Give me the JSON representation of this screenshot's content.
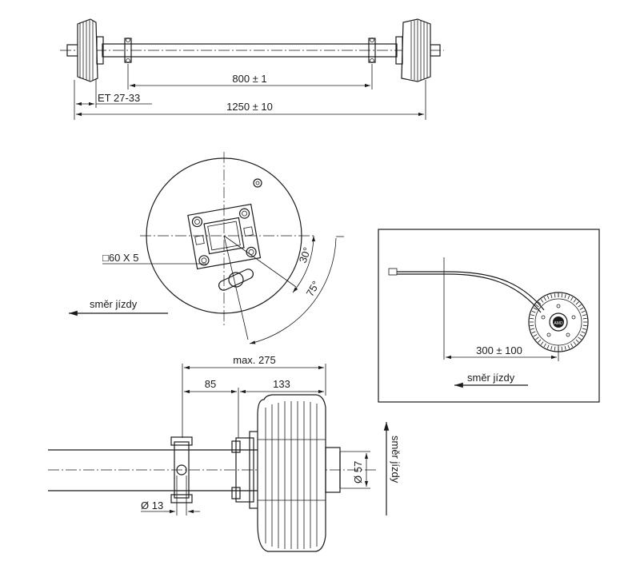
{
  "labels": {
    "dim_800": "800   ±   1",
    "dim_et": "ET 27-33",
    "dim_1250": "1250   ±   10",
    "dim_square": "□60 X 5",
    "angle_30": "30°",
    "angle_75": "75°",
    "direction_left": "směr jízdy",
    "inset_dim": "300 ± 100",
    "inset_direction": "směr jízdy",
    "dim_max275": "max. 275",
    "dim_85": "85",
    "dim_133": "133",
    "dim_d57": "Ø 57",
    "dim_d13": "Ø 13",
    "direction_up": "směr jízdy",
    "inset_logo": "AMD"
  }
}
